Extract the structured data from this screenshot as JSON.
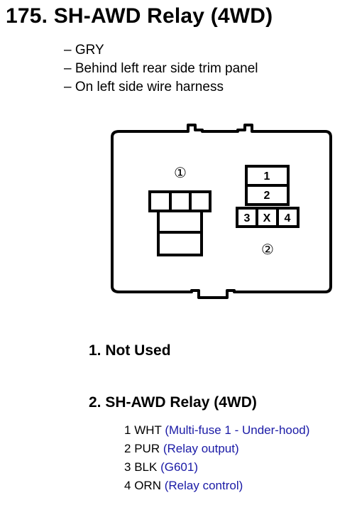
{
  "title": "175. SH-AWD Relay (4WD)",
  "notes": [
    "– GRY",
    "– Behind left rear side trim panel",
    "– On left side wire harness"
  ],
  "diagram": {
    "connector1_label": "①",
    "connector2_label": "②",
    "cells": [
      "1",
      "2",
      "3",
      "X",
      "4"
    ]
  },
  "sections": [
    {
      "heading": "1. Not Used"
    },
    {
      "heading": "2. SH-AWD Relay (4WD)"
    }
  ],
  "pins": [
    {
      "num": "1",
      "color": "WHT",
      "desc": "(Multi-fuse 1 - Under-hood)"
    },
    {
      "num": "2",
      "color": "PUR",
      "desc": "(Relay output)"
    },
    {
      "num": "3",
      "color": "BLK",
      "desc": "(G601)"
    },
    {
      "num": "4",
      "color": "ORN",
      "desc": "(Relay control)"
    }
  ]
}
